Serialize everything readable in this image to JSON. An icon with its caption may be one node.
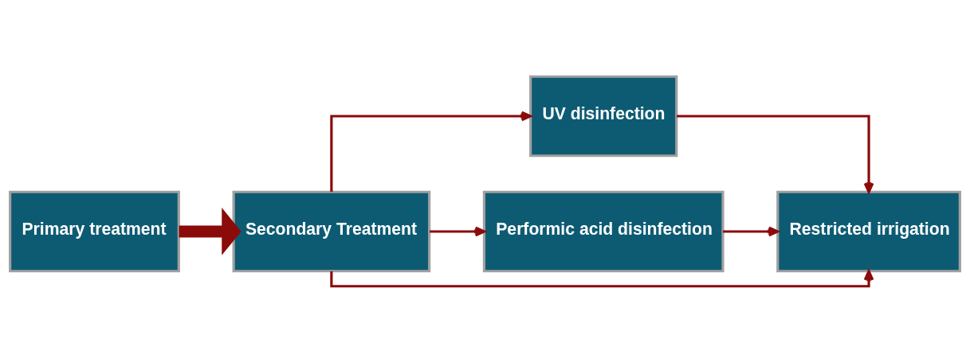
{
  "diagram": {
    "nodes": [
      {
        "text": [
          "Primary treatment"
        ]
      },
      {
        "text": [
          "Secondary Treatment"
        ]
      },
      {
        "text": [
          "UV disinfection"
        ]
      },
      {
        "text": [
          "Performic acid disinfection"
        ]
      },
      {
        "text": [
          "Restricted irrigation"
        ]
      }
    ],
    "edges": [
      {
        "from": 0,
        "to": 1,
        "arrow": "to",
        "style": "thick"
      },
      {
        "from": 1,
        "to": 2,
        "arrow": "to"
      },
      {
        "from": 1,
        "to": 4,
        "arrow": "to"
      },
      {
        "from": 1,
        "to": 3,
        "arrow": "to"
      },
      {
        "from": 2,
        "to": 4,
        "arrow": "to"
      },
      {
        "from": 3,
        "to": 4,
        "arrow": "to"
      }
    ]
  }
}
